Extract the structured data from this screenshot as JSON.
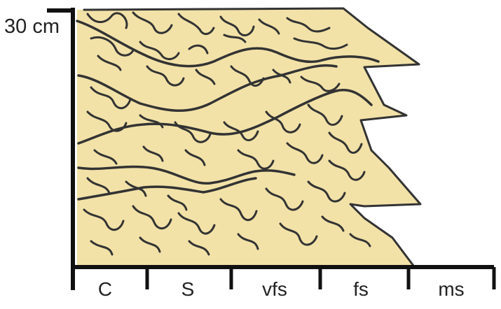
{
  "vertical_scale": {
    "label": "30 cm"
  },
  "grain_size_scale": {
    "labels": [
      "C",
      "S",
      "vfs",
      "fs",
      "ms"
    ]
  },
  "colors": {
    "sand_fill": "#f2e2a8",
    "ink": "#333333"
  }
}
